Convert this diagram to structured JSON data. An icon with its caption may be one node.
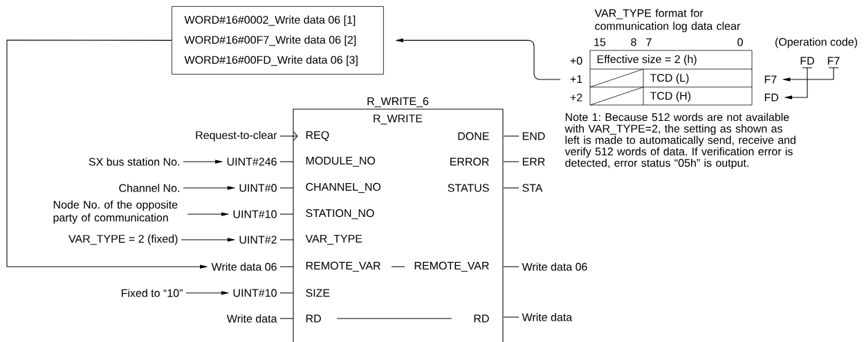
{
  "diagram": {
    "nodes": [
      {
        "text": [
          "WORD#16#0002_Write data 06 [1]",
          "WORD#16#00F7_Write data 06 [2]",
          "WORD#16#00FD_Write data 06 [3]"
        ]
      },
      {
        "text": [
          "VAR_TYPE format for communication log data clear",
          "Effective size = 2 (h)",
          "TCD (L)",
          "TCD (H)"
        ],
        "beside": [
          "+0",
          "+1",
          "+2"
        ]
      },
      {
        "text": [
          "F7"
        ]
      },
      {
        "text": [
          "FD"
        ]
      },
      {
        "text": [
          "FD"
        ]
      },
      {
        "text": [
          "F7"
        ]
      },
      {
        "text": [
          "R_WRITE_6",
          "R_WRITE",
          "REQ",
          "MODULE_NO",
          "CHANNEL_NO",
          "STATION_NO",
          "VAR_TYPE",
          "REMOTE_VAR",
          "SIZE",
          "RD",
          "DONE",
          "ERROR",
          "STATUS",
          "REMOTE_VAR",
          "RD"
        ]
      },
      {
        "text": [
          "Request-to-clear"
        ]
      },
      {
        "text": [
          "SX bus station No."
        ]
      },
      {
        "text": [
          "UINT#246"
        ]
      },
      {
        "text": [
          "Channel No."
        ]
      },
      {
        "text": [
          "UINT#0"
        ]
      },
      {
        "text": [
          "Node No. of the opposite party of communication"
        ]
      },
      {
        "text": [
          "UINT#10"
        ]
      },
      {
        "text": [
          "VAR_TYPE = 2 (fixed)"
        ]
      },
      {
        "text": [
          "UINT#2"
        ]
      },
      {
        "text": [
          "Write data 06"
        ]
      },
      {
        "text": [
          "Fixed to “10”"
        ]
      },
      {
        "text": [
          "UINT#10"
        ]
      },
      {
        "text": [
          "Write data"
        ]
      },
      {
        "text": [
          "END"
        ]
      },
      {
        "text": [
          "ERR"
        ]
      },
      {
        "text": [
          "STA"
        ]
      },
      {
        "text": [
          "Write data 06"
        ]
      },
      {
        "text": [
          "Write data"
        ]
      }
    ],
    "edges": [
      {
        "from": 1,
        "to": 0,
        "arrow": "to"
      },
      {
        "from": 4,
        "to": 3,
        "arrow": "to"
      },
      {
        "from": 5,
        "to": 2,
        "arrow": "to"
      },
      {
        "from": 7,
        "to": 6,
        "arrow": "to"
      },
      {
        "from": 8,
        "to": 9,
        "arrow": "to"
      },
      {
        "from": 9,
        "to": 6,
        "arrow": "none"
      },
      {
        "from": 10,
        "to": 11,
        "arrow": "to"
      },
      {
        "from": 11,
        "to": 6,
        "arrow": "none"
      },
      {
        "from": 12,
        "to": 13,
        "arrow": "to"
      },
      {
        "from": 13,
        "to": 6,
        "arrow": "none"
      },
      {
        "from": 14,
        "to": 15,
        "arrow": "to"
      },
      {
        "from": 15,
        "to": 6,
        "arrow": "none"
      },
      {
        "from": 0,
        "to": 16,
        "arrow": "to"
      },
      {
        "from": 16,
        "to": 6,
        "arrow": "none"
      },
      {
        "from": 17,
        "to": 18,
        "arrow": "to"
      },
      {
        "from": 18,
        "to": 6,
        "arrow": "none"
      },
      {
        "from": 19,
        "to": 6,
        "arrow": "none"
      },
      {
        "from": 6,
        "to": 20,
        "arrow": "none"
      },
      {
        "from": 6,
        "to": 21,
        "arrow": "none"
      },
      {
        "from": 6,
        "to": 22,
        "arrow": "none"
      },
      {
        "from": 6,
        "to": 23,
        "arrow": "none"
      },
      {
        "from": 6,
        "to": 24,
        "arrow": "none"
      }
    ],
    "labels": [
      "15",
      "8",
      "7",
      "0",
      "(Operation code)",
      "Note 1: Because 512 words are not available with VAR_TYPE=2, the setting as shown as left is made to automatically send, receive and verify 512 words of data. If verification error is detected, error status “05h” is output."
    ]
  }
}
